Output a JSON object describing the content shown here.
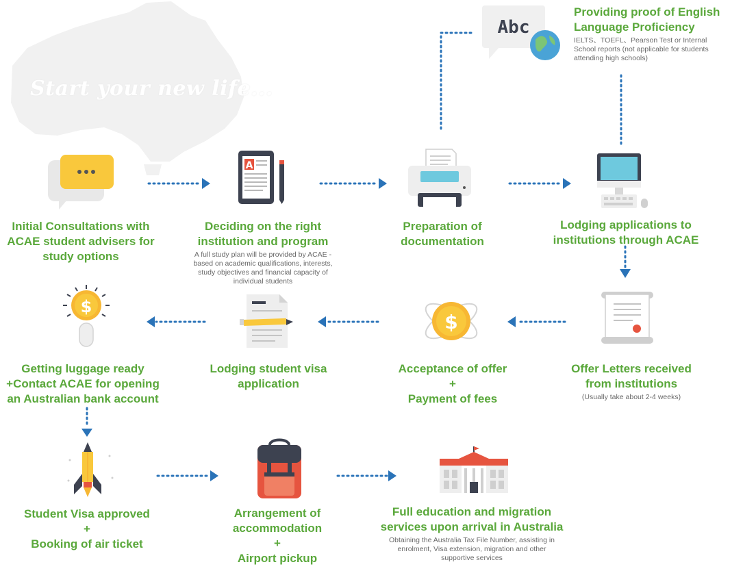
{
  "background": {
    "tagline": "Start your new life...",
    "colors": {
      "map": "#f1f1f1"
    }
  },
  "colors": {
    "title": "#5aa83b",
    "note": "#6a6a6a",
    "connector": "#2a73b8"
  },
  "steps": [
    {
      "id": "consultation",
      "title": "Initial Consultations with\nACAE student advisers for\nstudy options",
      "note": "",
      "icon": "chat-bubble-icon"
    },
    {
      "id": "deciding",
      "title": "Deciding on the right\ninstitution and program",
      "note": "A full study plan will be provided by ACAE - based on academic qualifications, interests, study objectives and financial capacity of individual students",
      "icon": "tablet-document-icon"
    },
    {
      "id": "documentation",
      "title": "Preparation of\ndocumentation",
      "note": "",
      "icon": "printer-icon"
    },
    {
      "id": "english",
      "title": "Providing proof of English\nLanguage Proficiency",
      "note": "IELTS、TOEFL、Pearson Test or Internal School reports (not applicable for students attending high schools)",
      "icon": "abc-globe-icon",
      "icon_text": "Abc"
    },
    {
      "id": "lodging-apps",
      "title": "Lodging applications to\ninstitutions through ACAE",
      "note": "",
      "icon": "computer-icon"
    },
    {
      "id": "offer-letters",
      "title": "Offer Letters received\nfrom institutions",
      "note": "(Usually take about 2-4 weeks)",
      "icon": "certificate-scroll-icon"
    },
    {
      "id": "acceptance",
      "title": "Acceptance of offer\n+\nPayment of fees",
      "note": "",
      "icon": "dollar-coin-orbit-icon"
    },
    {
      "id": "visa-app",
      "title": "Lodging student visa\napplication",
      "note": "",
      "icon": "document-pencil-icon"
    },
    {
      "id": "luggage",
      "title": "Getting luggage ready\n+Contact ACAE for opening\nan Australian bank account",
      "note": "",
      "icon": "dollar-coin-click-icon"
    },
    {
      "id": "visa-approved",
      "title": "Student Visa approved\n+\nBooking of air ticket",
      "note": "",
      "icon": "pencil-rocket-icon"
    },
    {
      "id": "accommodation",
      "title": "Arrangement of\naccommodation\n+\nAirport pickup",
      "note": "",
      "icon": "backpack-icon"
    },
    {
      "id": "arrival",
      "title": "Full education and migration\nservices upon arrival in Australia",
      "note": "Obtaining the Australia Tax File Number, assisting in enrolment, Visa extension, migration and other supportive services",
      "icon": "school-building-icon"
    }
  ]
}
